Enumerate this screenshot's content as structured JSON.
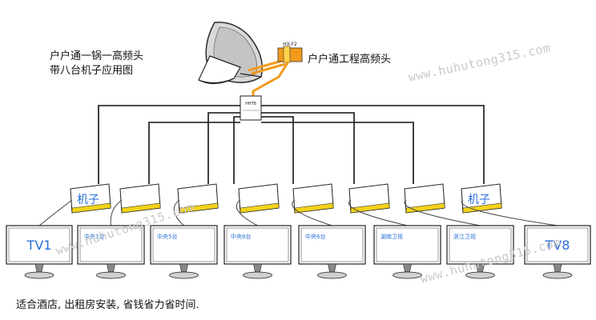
{
  "title_lines": [
    "户户通一锅一高频头",
    "带八台机子应用图"
  ],
  "lnb_label": "户户通工程高频头",
  "lnb_model": "HX-F2",
  "splitter_label": "HHT8",
  "caption": "适合酒店, 出租房安装, 省钱省力省时间.",
  "watermark": "www.huhutong315.com",
  "receiver_labels": [
    "机子",
    "",
    "",
    "",
    "",
    "",
    "",
    "机子"
  ],
  "tv_labels": [
    "TV1",
    "中央3台",
    "中央5台",
    "中央8台",
    "中央6台",
    "湖南卫视",
    "浙江卫视",
    "TV8"
  ],
  "colors": {
    "lnb": "#f39a1c",
    "receiver_stripe": "#f3d21a",
    "screen_text": "#2a6fd6",
    "line": "#111111"
  }
}
